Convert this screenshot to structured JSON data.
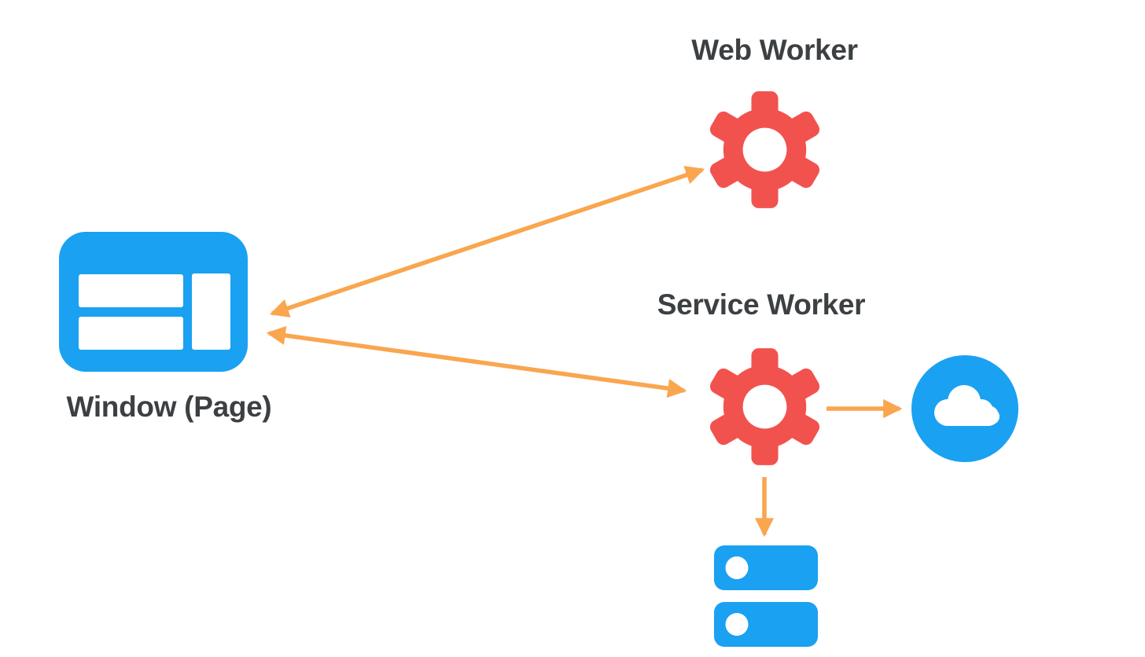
{
  "colors": {
    "background": "#ffffff",
    "node_blue": "#1AA1F2",
    "worker_red": "#F2524E",
    "arrow_orange": "#F9A64F",
    "label_text": "#3C4043"
  },
  "diagram": {
    "nodes": {
      "window": {
        "label": "Window (Page)",
        "icon": "browser-window-icon"
      },
      "web_worker": {
        "label": "Web Worker",
        "icon": "gear-icon"
      },
      "service_worker": {
        "label": "Service Worker",
        "icon": "gear-icon"
      },
      "network_cloud": {
        "icon": "cloud-icon"
      },
      "storage": {
        "icon": "database-stack-icon"
      }
    },
    "edges": [
      {
        "from": "window",
        "to": "web_worker",
        "direction": "bidirectional"
      },
      {
        "from": "window",
        "to": "service_worker",
        "direction": "bidirectional"
      },
      {
        "from": "service_worker",
        "to": "network_cloud",
        "direction": "one-way"
      },
      {
        "from": "service_worker",
        "to": "storage",
        "direction": "one-way"
      }
    ]
  }
}
